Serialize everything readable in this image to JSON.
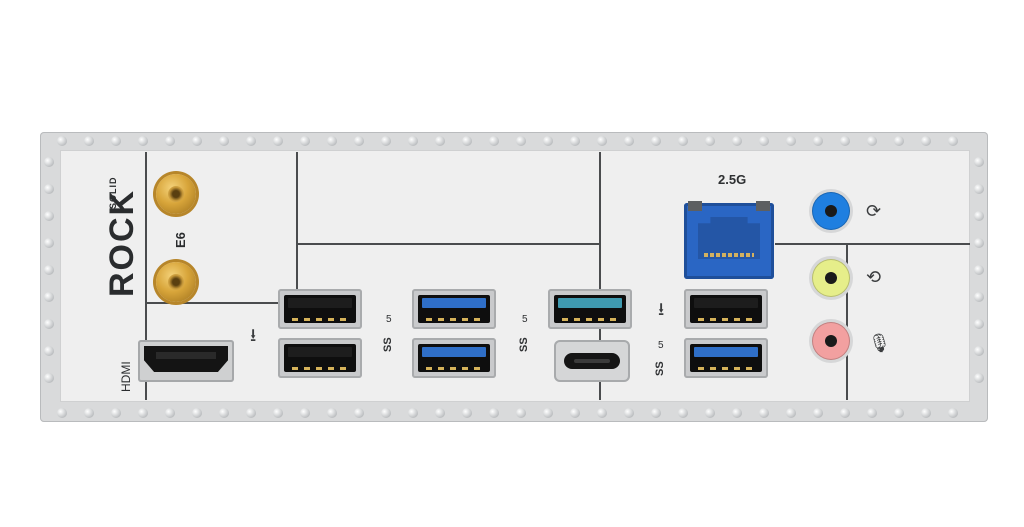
{
  "brand": {
    "logo_text": "ROCK",
    "logo_subtext": "SOLID"
  },
  "antenna": {
    "label": "E6"
  },
  "ports": {
    "hdmi_label": "HDMI",
    "lan_speed": "2.5G",
    "usb_speed_label_1": "5",
    "usb_speed_label_2": "5",
    "usb_speed_label_3": "5",
    "ss_text_1": "SS",
    "ss_text_2": "SS",
    "ss_text_3": "SS"
  },
  "icons": {
    "usb": "usb-icon",
    "line_in": "line-in-icon",
    "line_out": "line-out-icon",
    "mic": "microphone-icon"
  },
  "colors": {
    "audio_blue": "#1f7fe0",
    "audio_green": "#e6ee8a",
    "audio_pink": "#f2a0a0",
    "lan_blue": "#2a66c4",
    "usb3_blue": "#2f6fc8",
    "usb_teal": "#3f9ab0"
  }
}
